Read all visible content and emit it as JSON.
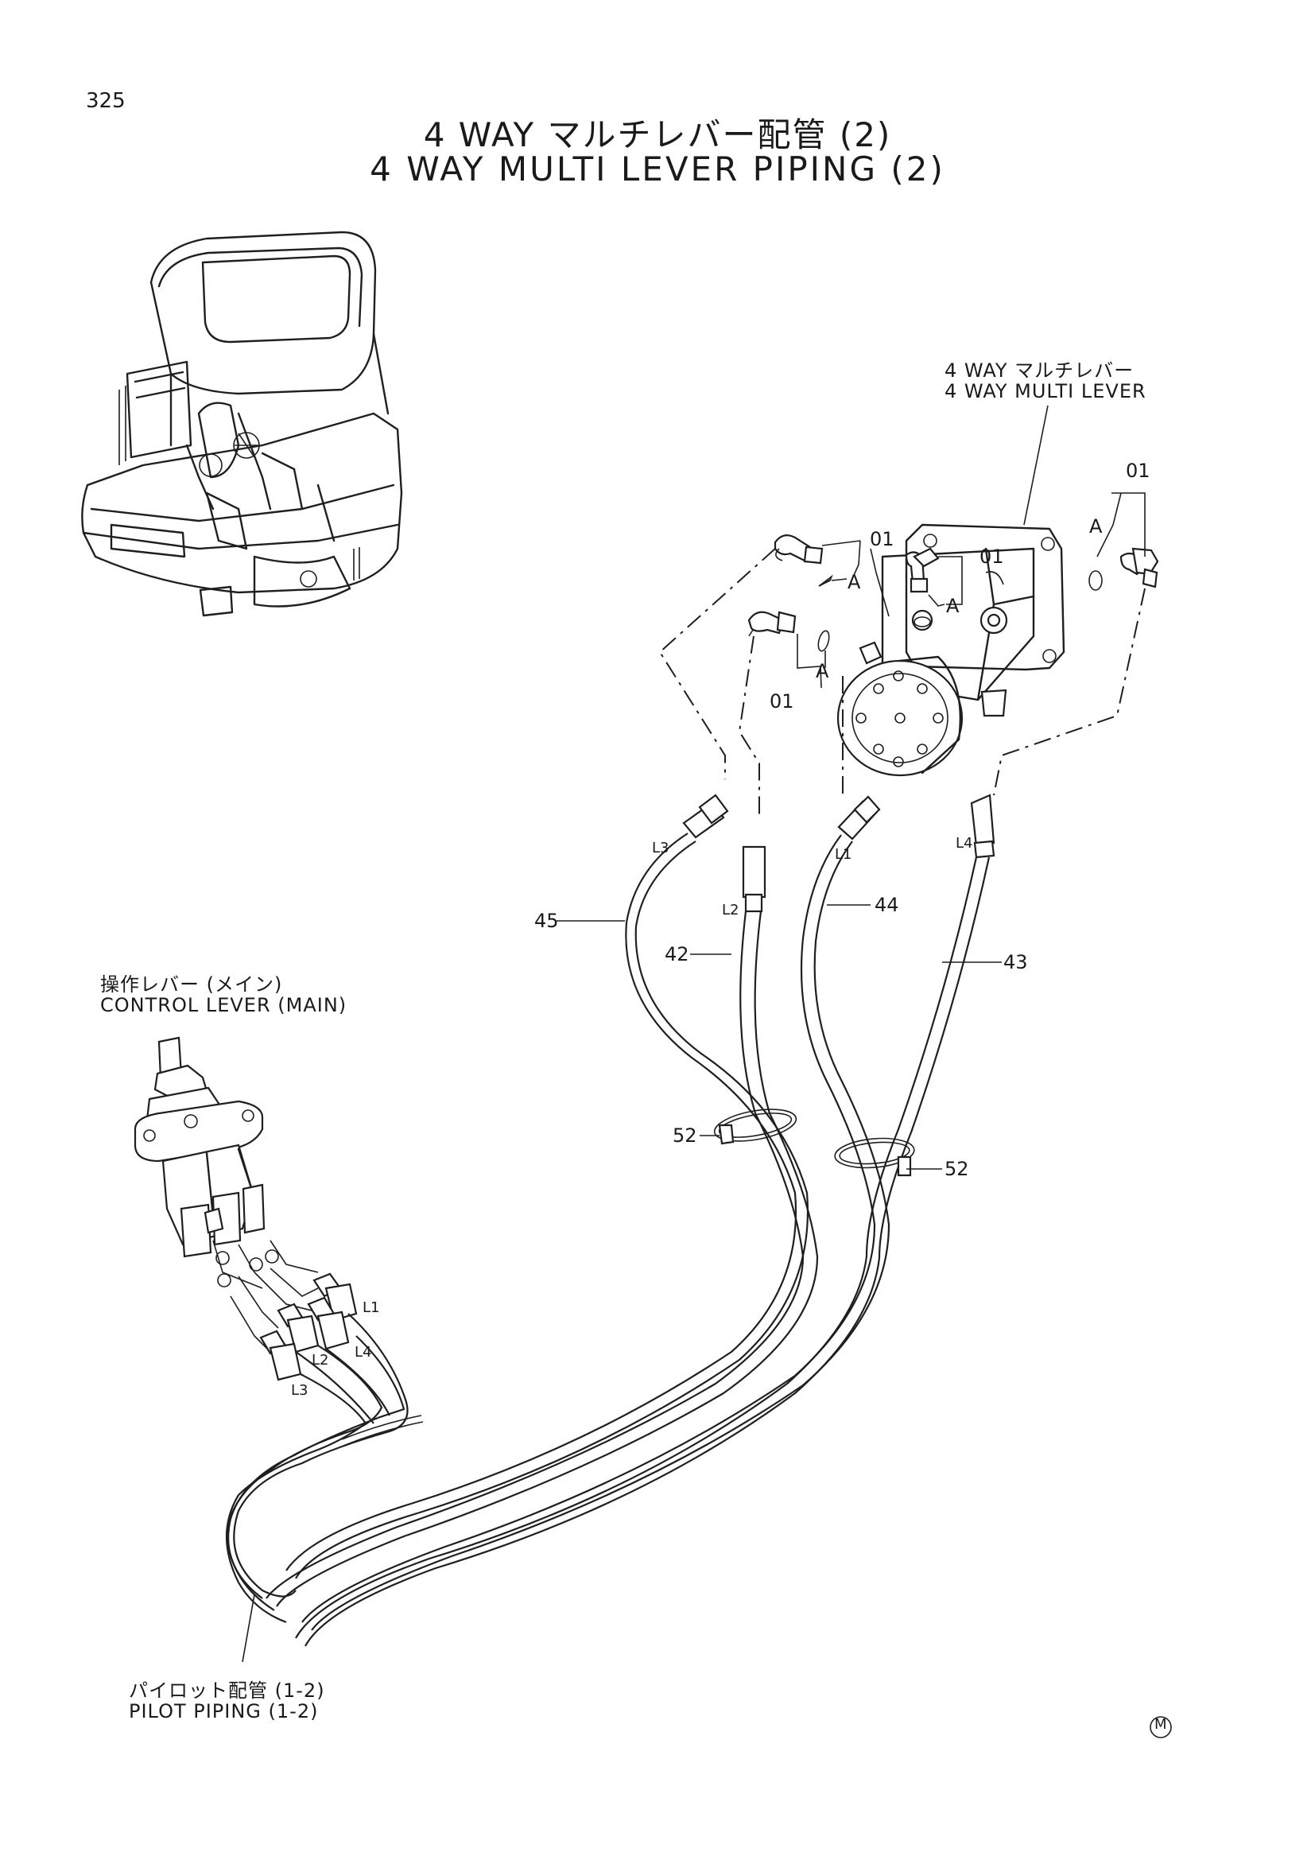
{
  "page": {
    "number": "325",
    "title_jp": "4 WAY マルチレバー配管 (2)",
    "title_en": "4 WAY MULTI LEVER PIPING (2)"
  },
  "labels": {
    "multi_lever_jp": "4 WAY マルチレバー",
    "multi_lever_en": "4 WAY  MULTI  LEVER",
    "control_lever_jp": "操作レバー (メイン)",
    "control_lever_en": "CONTROL  LEVER  (MAIN)",
    "pilot_piping_jp": "パイロット配管 (1-2)",
    "pilot_piping_en": "PILOT  PIPING  (1-2)",
    "mark": "M"
  },
  "callouts": {
    "c01_a": "01",
    "c01_b": "01",
    "c01_c": "01",
    "c01_d": "01",
    "a1": "A",
    "a2": "A",
    "a3": "A",
    "a4": "A",
    "p45": "45",
    "p42": "42",
    "p44": "44",
    "p43": "43",
    "p52_left": "52",
    "p52_right": "52"
  },
  "line_tags": {
    "top_l3": "L3",
    "top_l2": "L2",
    "top_l1": "L1",
    "top_l4": "L4",
    "bot_l1": "L1",
    "bot_l4": "L4",
    "bot_l2": "L2",
    "bot_l3": "L3"
  }
}
